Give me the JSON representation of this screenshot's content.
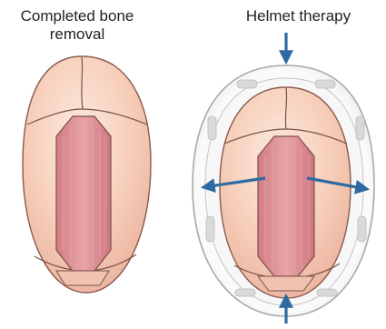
{
  "panels": [
    {
      "title_lines": [
        "Completed bone",
        "removal"
      ]
    },
    {
      "title_lines": [
        "Helmet therapy"
      ]
    }
  ],
  "colors": {
    "skull_fill": "#f6c9b3",
    "skull_highlight": "#fbe3d4",
    "suture_line": "#7a5248",
    "strip_fill": "#d98b92",
    "helmet_fill": "#f1f1f1",
    "helmet_outline": "#b5b5b5",
    "pad_fill": "#d6d6d6",
    "arrow_color": "#2f6aa3"
  }
}
